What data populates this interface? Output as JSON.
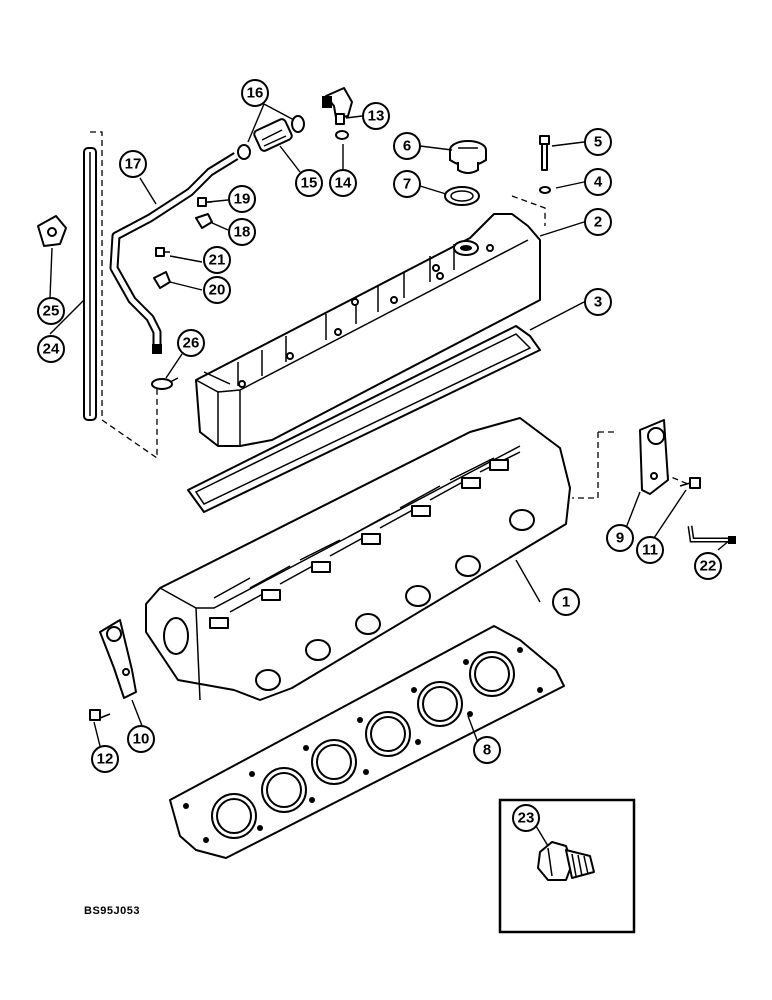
{
  "figure": {
    "doc_code": "BS95J053",
    "callouts": [
      {
        "id": "callout-1",
        "label": "1"
      },
      {
        "id": "callout-2",
        "label": "2"
      },
      {
        "id": "callout-3",
        "label": "3"
      },
      {
        "id": "callout-4",
        "label": "4"
      },
      {
        "id": "callout-5",
        "label": "5"
      },
      {
        "id": "callout-6",
        "label": "6"
      },
      {
        "id": "callout-7",
        "label": "7"
      },
      {
        "id": "callout-8",
        "label": "8"
      },
      {
        "id": "callout-9",
        "label": "9"
      },
      {
        "id": "callout-10",
        "label": "10"
      },
      {
        "id": "callout-11",
        "label": "11"
      },
      {
        "id": "callout-12",
        "label": "12"
      },
      {
        "id": "callout-13",
        "label": "13"
      },
      {
        "id": "callout-14",
        "label": "14"
      },
      {
        "id": "callout-15",
        "label": "15"
      },
      {
        "id": "callout-16",
        "label": "16"
      },
      {
        "id": "callout-17",
        "label": "17"
      },
      {
        "id": "callout-18",
        "label": "18"
      },
      {
        "id": "callout-19",
        "label": "19"
      },
      {
        "id": "callout-20",
        "label": "20"
      },
      {
        "id": "callout-21",
        "label": "21"
      },
      {
        "id": "callout-22",
        "label": "22"
      },
      {
        "id": "callout-23",
        "label": "23"
      },
      {
        "id": "callout-24",
        "label": "24"
      },
      {
        "id": "callout-25",
        "label": "25"
      },
      {
        "id": "callout-26",
        "label": "26"
      }
    ]
  }
}
